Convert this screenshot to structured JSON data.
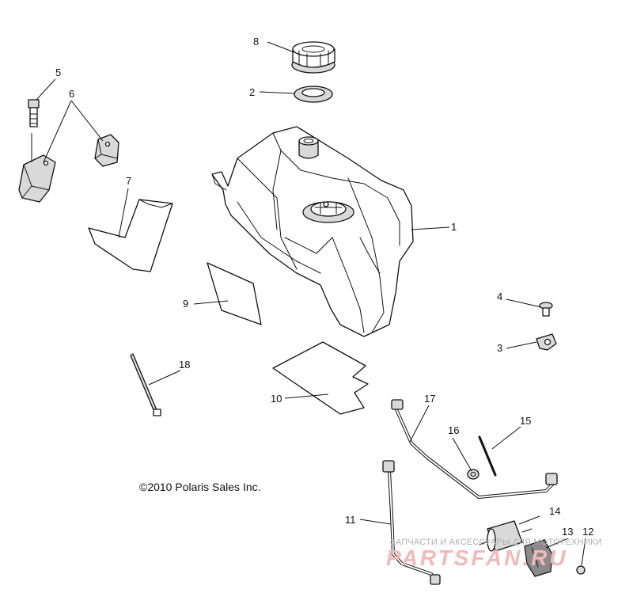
{
  "callouts": {
    "c1": "1",
    "c2": "2",
    "c3": "3",
    "c4": "4",
    "c5": "5",
    "c6": "6",
    "c7": "7",
    "c8": "8",
    "c9": "9",
    "c10": "10",
    "c11": "11",
    "c12": "12",
    "c13": "13",
    "c14": "14",
    "c15": "15",
    "c16": "16",
    "c17": "17",
    "c18": "18"
  },
  "copyright": "©2010 Polaris Sales Inc.",
  "watermark": {
    "text": "ЗАПЧАСТИ И АКСЕССУАРЫ ДЛЯ МОТОТЕХНИКИ",
    "logo": "PARTSFAN.RU",
    "color": "#f2b9b9"
  }
}
